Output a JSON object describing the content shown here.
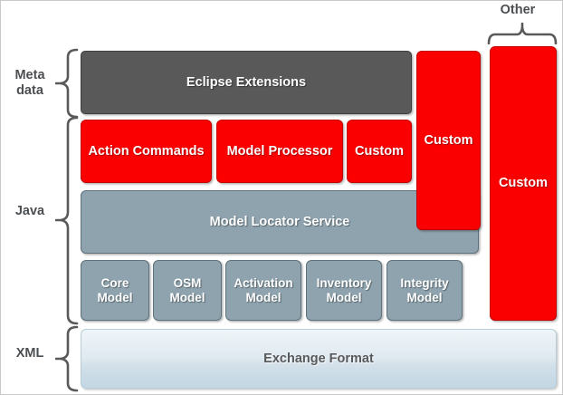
{
  "diagram": {
    "title": "Model architecture layer stack",
    "colors": {
      "red": "#fa0000",
      "dark_gray": "#595959",
      "slate": "#8ea3ae",
      "xml_light_blue": "#dfe9f0",
      "label_gray": "#4b4f52"
    },
    "layer_labels": [
      {
        "id": "metadata",
        "text": "Meta\ndata"
      },
      {
        "id": "java",
        "text": "Java"
      },
      {
        "id": "xml",
        "text": "XML"
      }
    ],
    "top_label": {
      "id": "other",
      "text": "Other"
    },
    "metadata_row": [
      {
        "id": "eclipse-extensions",
        "label": "Eclipse Extensions",
        "style": "dark"
      }
    ],
    "java_component_row": [
      {
        "id": "action-commands",
        "label": "Action Commands",
        "style": "red"
      },
      {
        "id": "model-processor",
        "label": "Model Processor",
        "style": "red"
      },
      {
        "id": "custom-component",
        "label": "Custom",
        "style": "red"
      }
    ],
    "service_row": [
      {
        "id": "model-locator-service",
        "label": "Model Locator Service",
        "style": "slate"
      }
    ],
    "model_row": [
      {
        "id": "core-model",
        "label": "Core\nModel",
        "style": "slate"
      },
      {
        "id": "osm-model",
        "label": "OSM\nModel",
        "style": "slate"
      },
      {
        "id": "activation-model",
        "label": "Activation\nModel",
        "style": "slate"
      },
      {
        "id": "inventory-model",
        "label": "Inventory\nModel",
        "style": "slate"
      },
      {
        "id": "integrity-model",
        "label": "Integrity\nModel",
        "style": "slate"
      }
    ],
    "xml_row": [
      {
        "id": "exchange-format",
        "label": "Exchange Format",
        "style": "xml"
      }
    ],
    "spanning_columns": [
      {
        "id": "custom-span-middle",
        "label": "Custom",
        "style": "red"
      },
      {
        "id": "custom-span-other",
        "label": "Custom",
        "style": "red"
      }
    ]
  }
}
